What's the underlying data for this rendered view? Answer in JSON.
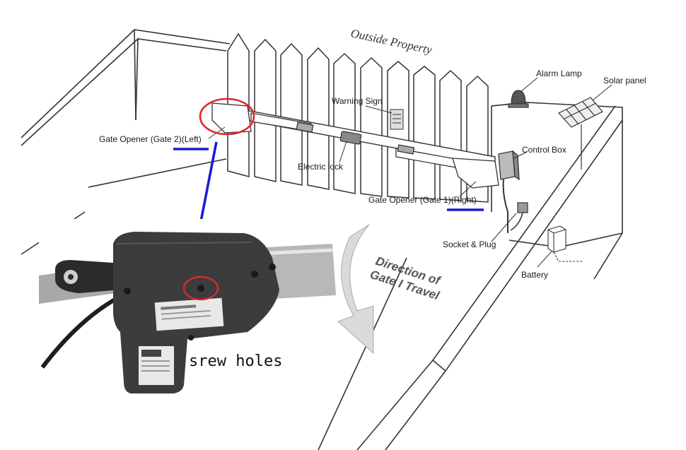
{
  "labels": {
    "outside_property": "Outside Property",
    "warning_sign": "Warning Sign",
    "alarm_lamp": "Alarm Lamp",
    "solar_panel": "Solar panel",
    "control_box": "Control Box",
    "gate_opener_left": "Gate Opener (Gate 2)(Left)",
    "electric_lock": "Electric lock",
    "gate_opener_right": "Gate Opener (Gate 1)(Right)",
    "socket_plug": "Socket & Plug",
    "battery": "Battery",
    "direction_line1": "Direction of",
    "direction_line2": "Gate I Travel",
    "screw_holes": "srew holes"
  },
  "colors": {
    "highlight_circle": "#e0262b",
    "pointer_line": "#1a1ad0",
    "line_art": "#333333",
    "photo_body": "#3b3c3e"
  }
}
